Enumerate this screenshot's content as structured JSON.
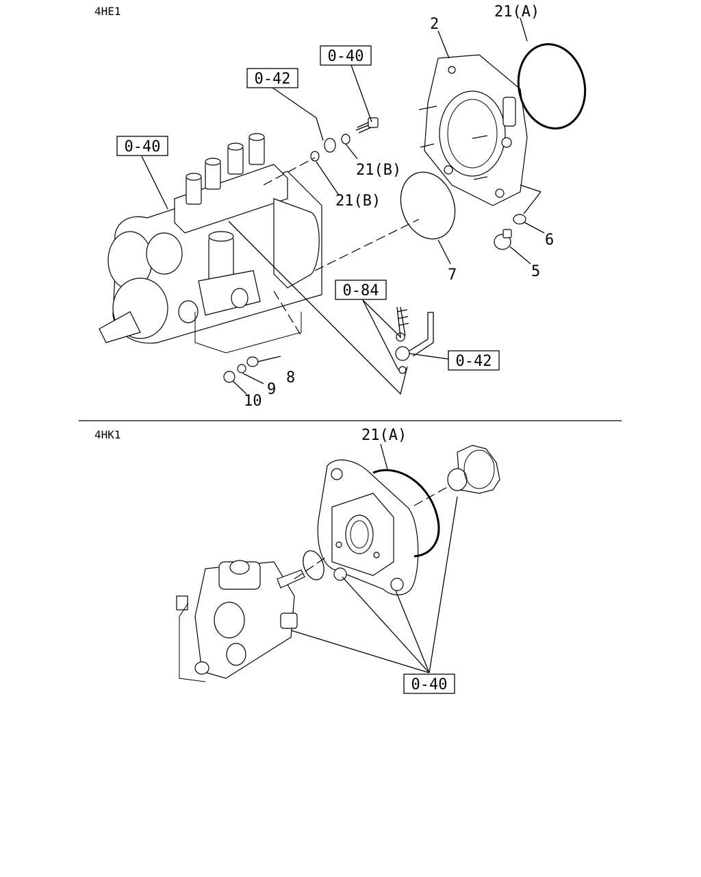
{
  "sections": {
    "top": {
      "title": "4HE1"
    },
    "bottom": {
      "title": "4HK1"
    }
  },
  "callouts": {
    "top": {
      "c_0_40_a": "0-40",
      "c_0_42_a": "0-42",
      "c_0_40_b": "0-40",
      "c_0_84": "0-84",
      "c_0_42_b": "0-42",
      "n2": "2",
      "n21a": "21(A)",
      "n21b_1": "21(B)",
      "n21b_2": "21(B)",
      "n6": "6",
      "n7": "7",
      "n5": "5",
      "n8": "8",
      "n9": "9",
      "n10": "10"
    },
    "bottom": {
      "n21a": "21(A)",
      "c_0_40": "0-40"
    }
  }
}
